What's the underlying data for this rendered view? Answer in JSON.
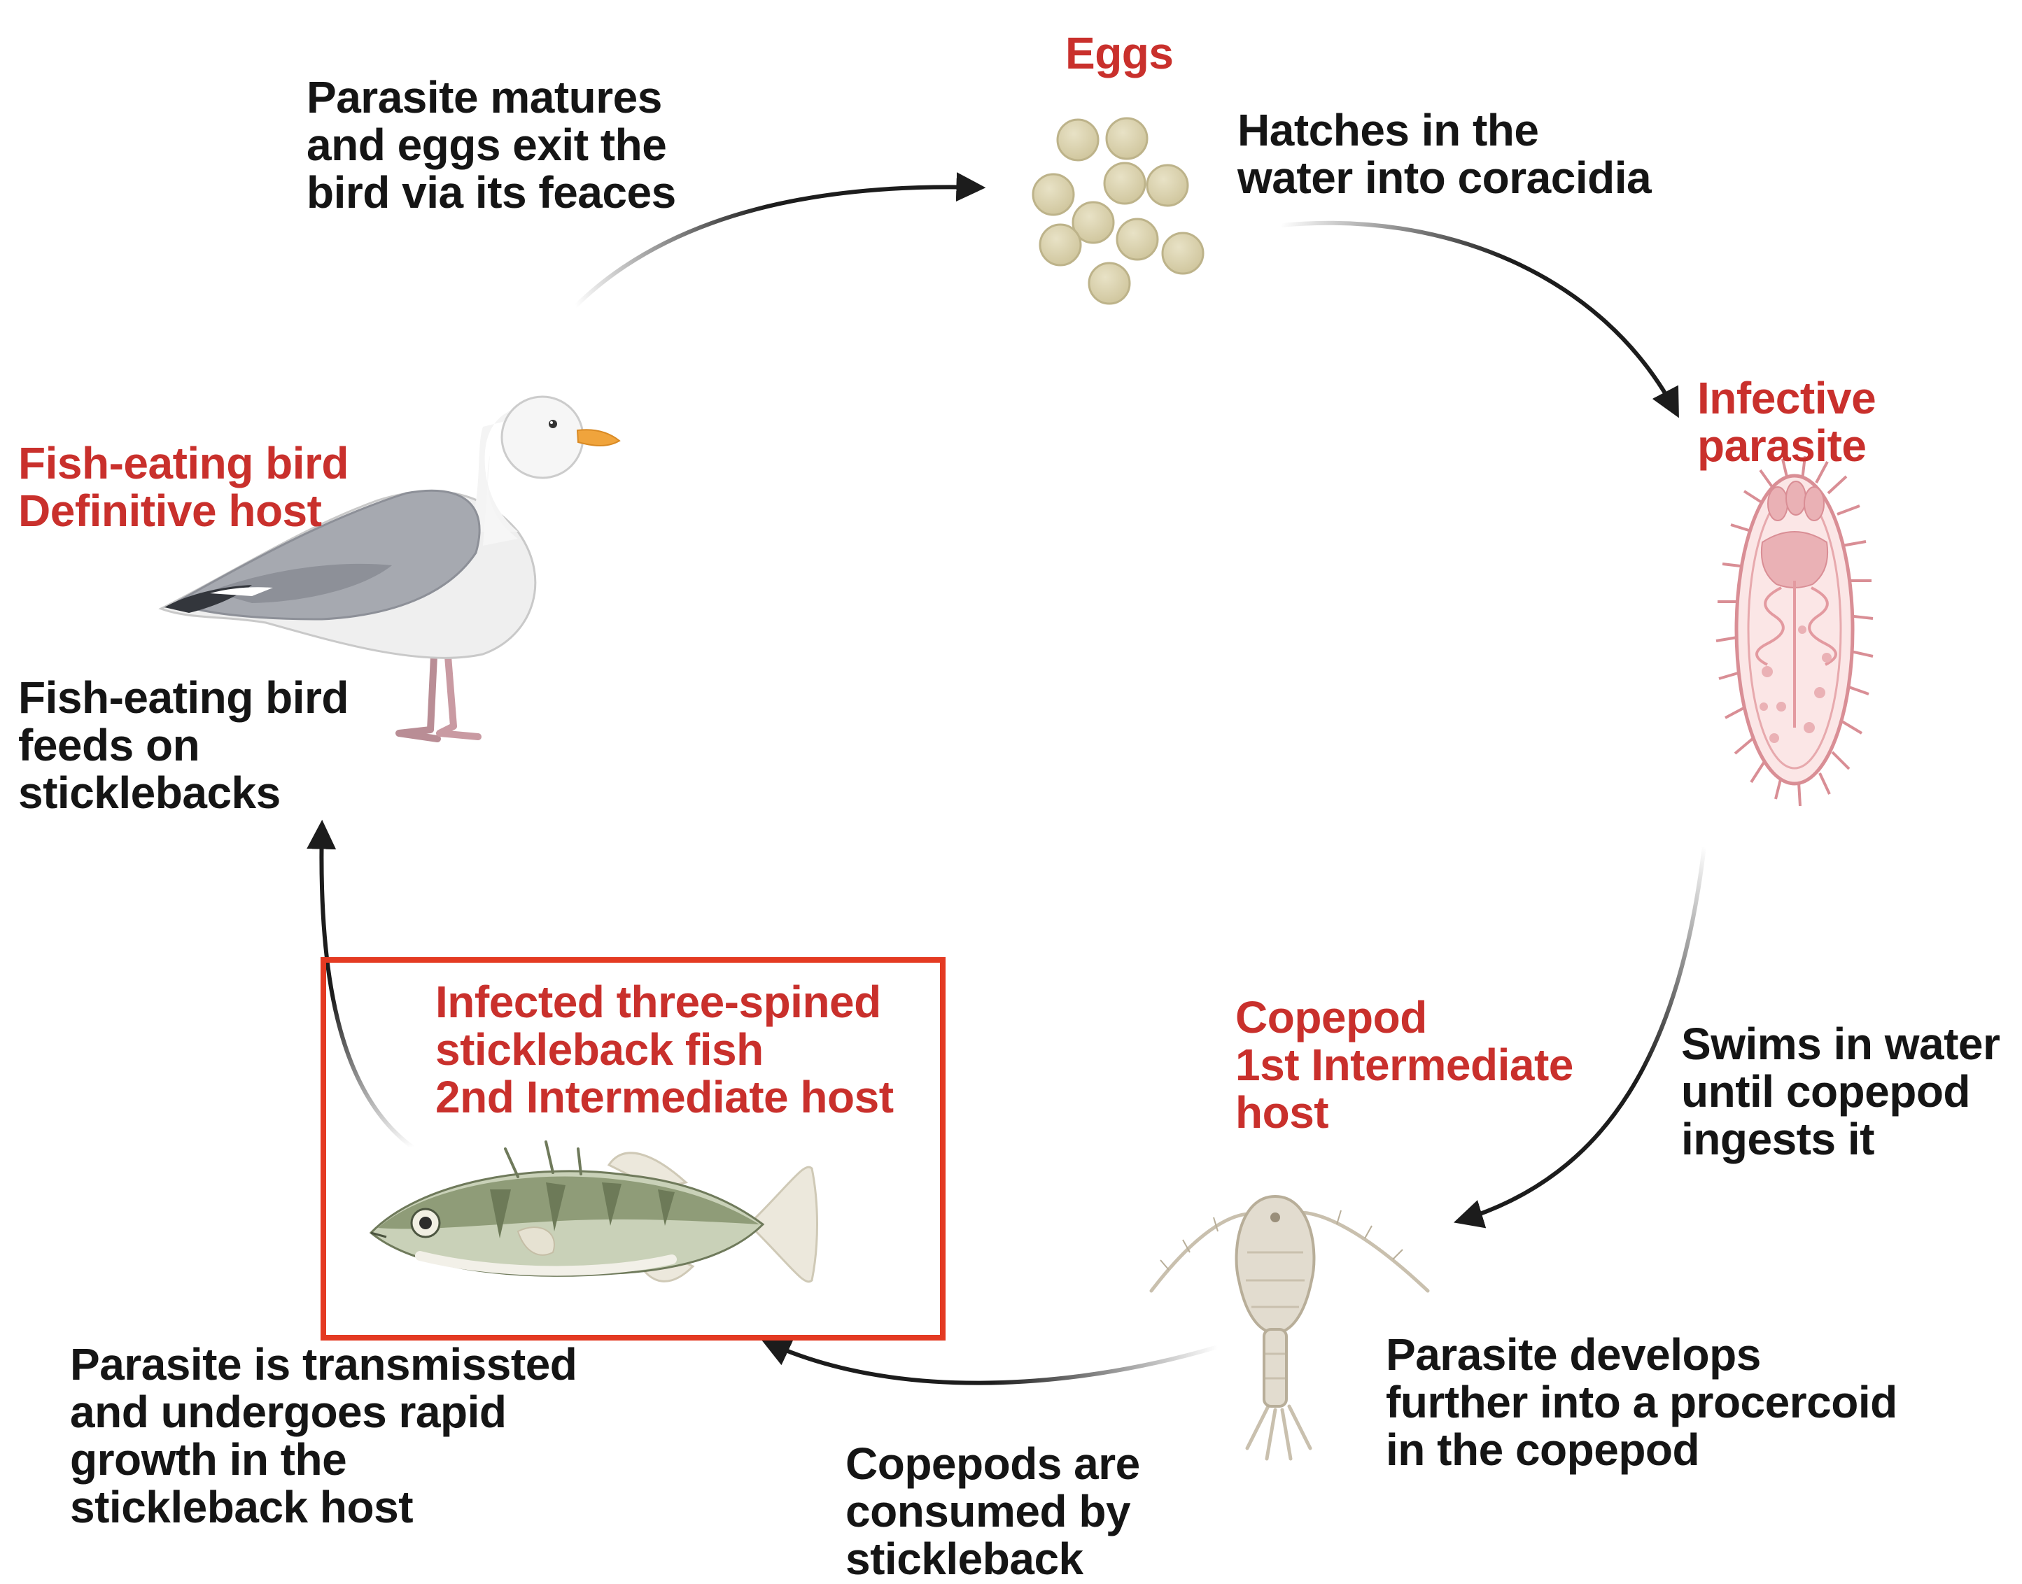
{
  "colors": {
    "stage_label": "#c9302c",
    "description_text": "#151515",
    "arrow": "#1c1c1c",
    "highlight_box": "#e43a22",
    "egg": "#d9d1ae",
    "parasite": "#e7a9ad",
    "copepod": "#d9d2c4",
    "fish": "#8f9c78",
    "bird": "#a6a9b0"
  },
  "stages": {
    "eggs": "Eggs",
    "infective_parasite": "Infective\nparasite",
    "copepod": "Copepod\n1st Intermediate\nhost",
    "stickleback": "Infected three-spined\nstickleback fish\n2nd Intermediate host",
    "bird": "Fish-eating bird\nDefinitive host"
  },
  "descriptions": {
    "eggs_exit": "Parasite matures\nand eggs exit the\nbird via its feaces",
    "hatch": "Hatches in the\nwater into coracidia",
    "swims": "Swims in water\nuntil copepod\ningests it",
    "procercoid": "Parasite develops\nfurther into a procercoid\nin the copepod",
    "consumed": "Copepods are\nconsumed by\nstickleback",
    "transmitted": "Parasite is transmissted\nand undergoes rapid\ngrowth in the\nstickleback host",
    "bird_feeds": "Fish-eating bird\nfeeds on\nsticklebacks"
  },
  "icons": [
    "eggs-icon",
    "infective-parasite-icon",
    "copepod-icon",
    "stickleback-fish-icon",
    "seagull-icon"
  ]
}
